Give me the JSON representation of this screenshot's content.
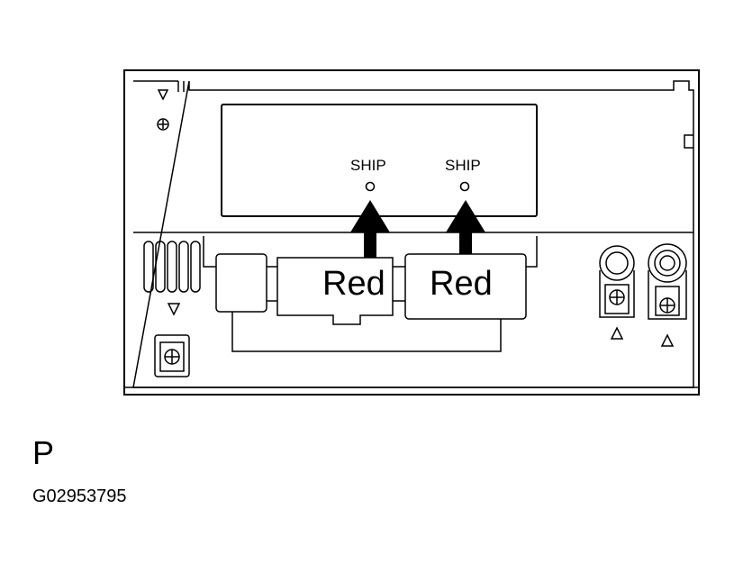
{
  "diagram": {
    "indicators": [
      {
        "label": "SHIP"
      },
      {
        "label": "SHIP"
      }
    ],
    "connectors": [
      {
        "label": "Red"
      },
      {
        "label": "Red"
      }
    ]
  },
  "view_letter": "P",
  "figure_code": "G02953795"
}
